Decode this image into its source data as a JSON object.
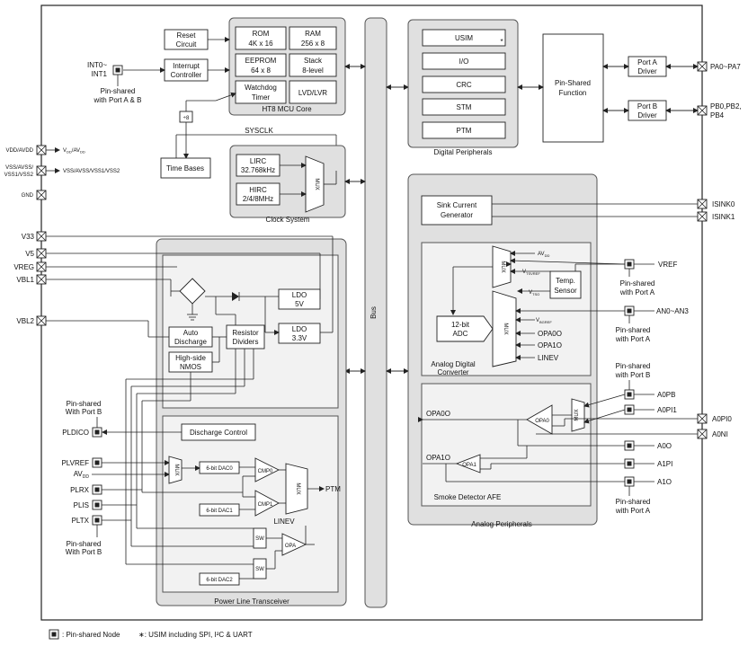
{
  "blocks": {
    "reset": [
      "Reset",
      "Circuit"
    ],
    "interrupt": [
      "Interrupt",
      "Controller"
    ],
    "rom": [
      "ROM",
      "4K x 16"
    ],
    "ram": [
      "RAM",
      "256 x 8"
    ],
    "eeprom": [
      "EEPROM",
      "64 x 8"
    ],
    "stack": [
      "Stack",
      "8-level"
    ],
    "watchdog": [
      "Watchdog",
      "Timer"
    ],
    "lvd": "LVD/LVR",
    "mcu_core": "HT8 MCU Core",
    "div8": "÷8",
    "sysclk": "SYSCLK",
    "time_bases": "Time Bases",
    "lirc": [
      "LIRC",
      "32.768kHz"
    ],
    "hirc": [
      "HIRC",
      "2/4/8MHz"
    ],
    "clk_mux": "MUX",
    "clock_system": "Clock System",
    "usim": "USIM",
    "usim_star": "*",
    "io": "I/O",
    "crc": "CRC",
    "stm": "STM",
    "ptm": "PTM",
    "digital_peripherals": "Digital Peripherals",
    "pin_shared_function": [
      "Pin-Shared",
      "Function"
    ],
    "port_a_driver": [
      "Port A",
      "Driver"
    ],
    "port_b_driver": [
      "Port B",
      "Driver"
    ],
    "bus": "Bus",
    "sink_current": [
      "Sink Current",
      "Generator"
    ],
    "adc_mux": "MUX",
    "temp_sensor": [
      "Temp.",
      "Sensor"
    ],
    "adc": [
      "12-bit",
      "ADC"
    ],
    "adc_mux2": "MUX",
    "adc_label": [
      "Analog Digital",
      "Converter"
    ],
    "opa0": "OPA0",
    "opa0_mux": "MUX",
    "opa1": "OPA1",
    "smoke_afe": "Smoke Detector AFE",
    "analog_peripherals": "Analog Peripherals",
    "ldo5": [
      "LDO",
      "5V"
    ],
    "ldo33": [
      "LDO",
      "3.3V"
    ],
    "auto_discharge": [
      "Auto",
      "Discharge"
    ],
    "resistor_dividers": [
      "Resistor",
      "Dividers"
    ],
    "high_side": [
      "High-side",
      "NMOS"
    ],
    "discharge_control": "Discharge Control",
    "plt_mux": "MUX",
    "dac0": "6-bit DAC0",
    "dac1": "6-bit DAC1",
    "dac2": "6-bit DAC2",
    "cmp0": "CMP0",
    "cmp1": "CMP1",
    "out_mux": "MUX",
    "ptm_out": "PTM",
    "linev": "LINEV",
    "sw": "SW",
    "opa": "OPA",
    "power_line": "Power Line Transceiver"
  },
  "pins": {
    "int": [
      "INT0~",
      "INT1"
    ],
    "int_note": [
      "Pin-shared",
      "with Port A & B"
    ],
    "vdd": "VDD/AVDD",
    "vdd_out": "V",
    "vss": [
      "VSS/AVSS/",
      "VSS1/VSS2"
    ],
    "vss_out": "VSS/AVSS/VSS1/VSS2",
    "gnd": "GND",
    "v33": "V33",
    "v5": "V5",
    "vreg": "VREG",
    "vbl1": "VBL1",
    "vbl2": "VBL2",
    "pa": "PA0~PA7",
    "pb": [
      "PB0,PB2,",
      "PB4"
    ],
    "isink0": "ISINK0",
    "isink1": "ISINK1",
    "vref": "VREF",
    "vref_note": [
      "Pin-shared",
      "with Port A"
    ],
    "an": "AN0~AN3",
    "an_note": [
      "Pin-shared",
      "with Port A"
    ],
    "avdd_in": "AV",
    "vtsvref": "V",
    "vtso": "V",
    "vbgref": "V",
    "opa0o_in": "OPA0O",
    "opa1o_in": "OPA1O",
    "linev_in": "LINEV",
    "opa_note_b": [
      "Pin-shared",
      "with Port B"
    ],
    "a0pb": "A0PB",
    "a0pi1": "A0PI1",
    "a0pi0": "A0PI0",
    "a0ni": "A0NI",
    "opa0o": "OPA0O",
    "opa1o": "OPA1O",
    "a0o": "A0O",
    "a1pi": "A1PI",
    "a1o": "A1O",
    "a_note": [
      "Pin-shared",
      "with Port A"
    ],
    "pldico": "PLDICO",
    "pldico_note": [
      "Pin-shared",
      "With Port B"
    ],
    "plvref": "PLVREF",
    "avdd": "AV",
    "plrx": "PLRX",
    "plis": "PLIS",
    "pltx": "PLTX",
    "pltx_note": [
      "Pin-shared",
      "With Port B"
    ]
  },
  "legend": {
    "node": ": Pin-shared Node",
    "usim": "∗: USIM including SPI, I²C & UART"
  }
}
